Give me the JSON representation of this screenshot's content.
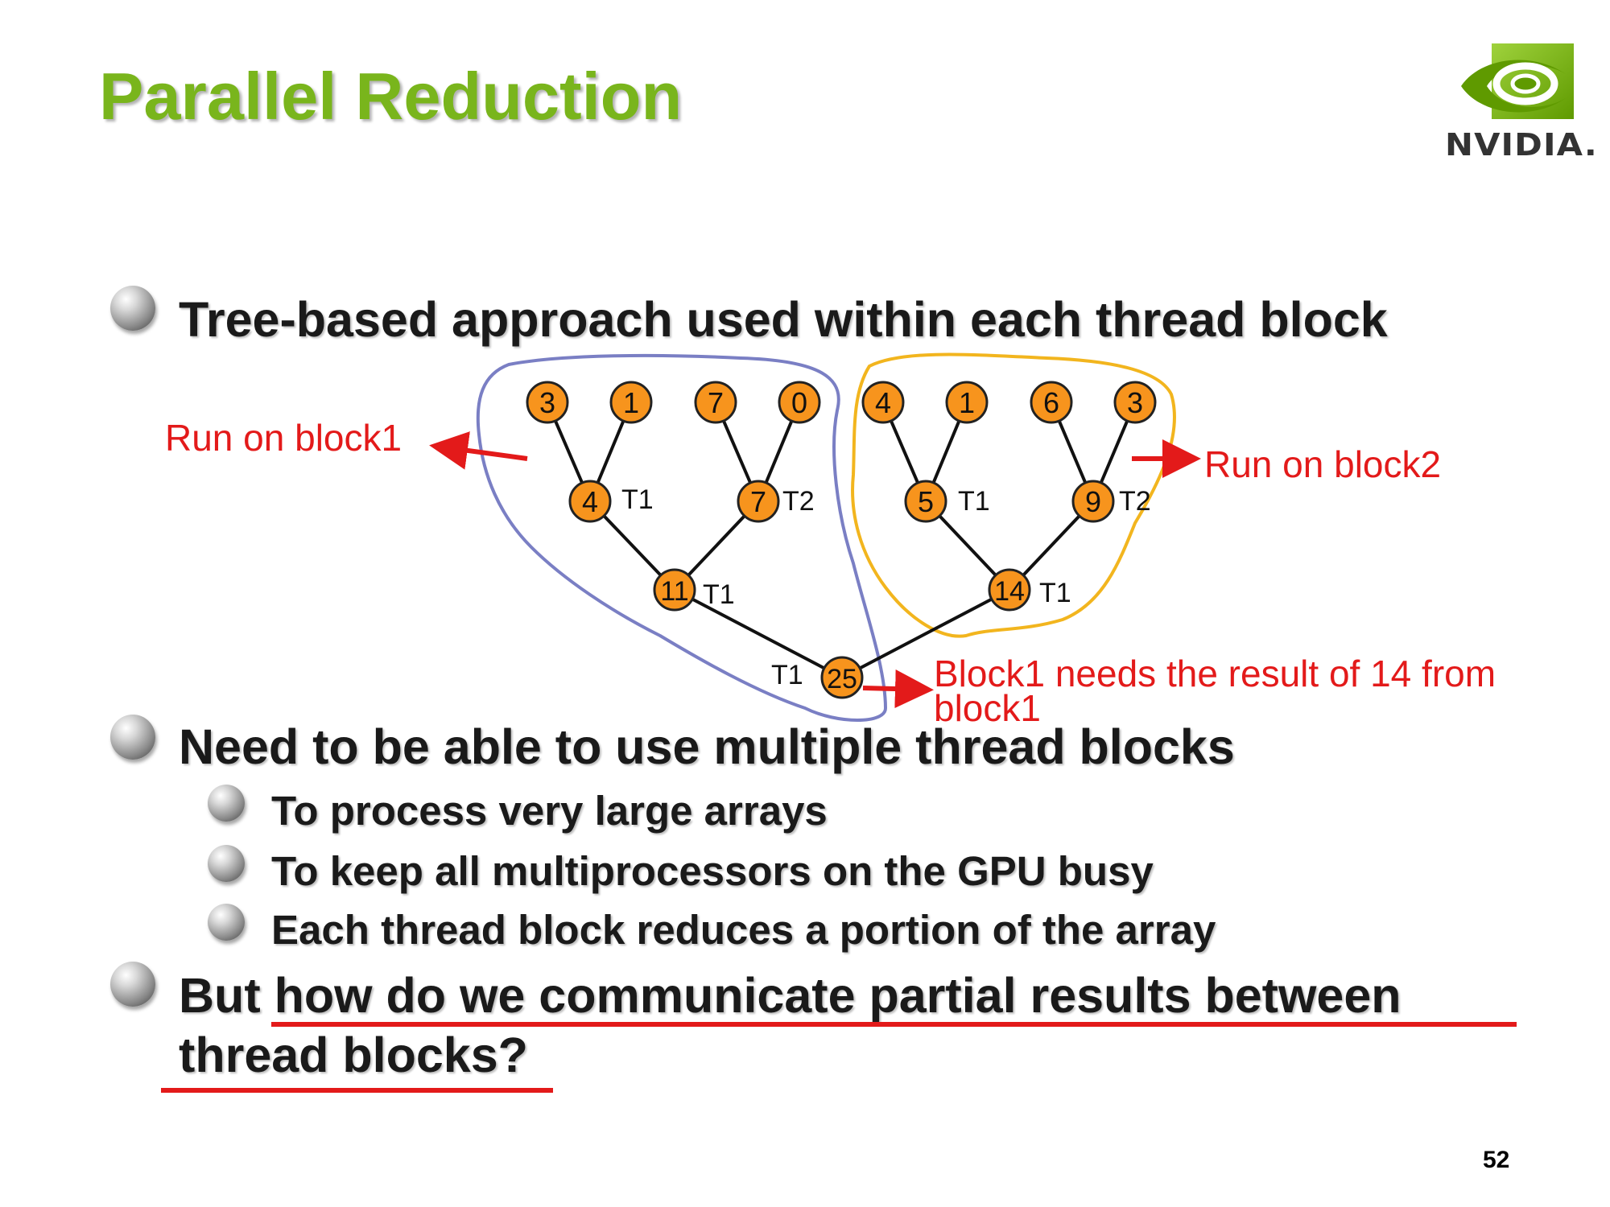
{
  "slide": {
    "title": "Parallel Reduction",
    "logo_text": "NVIDIA.",
    "page_number": "52"
  },
  "bullets": {
    "b1": "Tree-based approach used within each thread block",
    "b2": "Need to be able to use multiple thread blocks",
    "b2_sub": [
      "To process very large arrays",
      "To keep all multiprocessors on the GPU busy",
      "Each thread block reduces a portion of the array"
    ],
    "b3_prefix": "But ",
    "b3_line1": "how do we communicate partial results between",
    "b3_line2": "thread blocks?"
  },
  "tree": {
    "leaves": [
      "3",
      "1",
      "7",
      "0",
      "4",
      "1",
      "6",
      "3"
    ],
    "level1": [
      {
        "value": "4",
        "thread": "T1"
      },
      {
        "value": "7",
        "thread": "T2"
      },
      {
        "value": "5",
        "thread": "T1"
      },
      {
        "value": "9",
        "thread": "T2"
      }
    ],
    "level2": [
      {
        "value": "11",
        "thread": "T1"
      },
      {
        "value": "14",
        "thread": "T1"
      }
    ],
    "root": {
      "value": "25",
      "thread": "T1"
    }
  },
  "annotations": {
    "block1_label": "Run on block1",
    "block2_label": "Run on block2",
    "needs_line1": "Block1 needs the result of 14 from",
    "needs_line2": "block1"
  },
  "colors": {
    "title": "#79b51c",
    "node_fill": "#f7941d",
    "annotation": "#e31a1a",
    "block1_outline": "#7a7fc4",
    "block2_outline": "#f2b51e",
    "nvidia_green": "#76b900"
  }
}
